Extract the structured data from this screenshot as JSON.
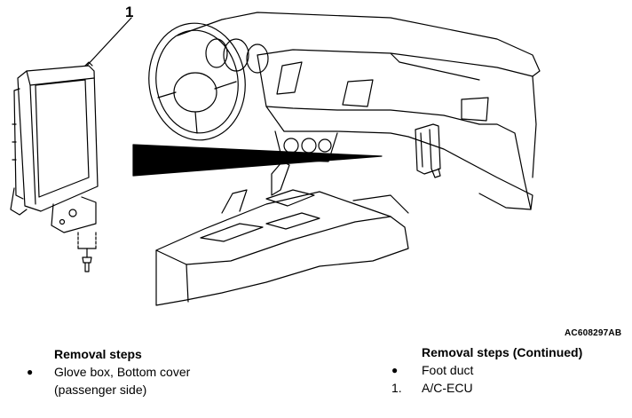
{
  "callout_label": "1",
  "figure_code": "AC608297AB",
  "removal_steps": {
    "title": "Removal steps",
    "items": [
      {
        "marker": "●",
        "text_line1": "Glove box, Bottom cover",
        "text_line2": "(passenger side)"
      }
    ]
  },
  "removal_steps_continued": {
    "title": "Removal steps (Continued)",
    "items": [
      {
        "marker": "●",
        "text": "Foot duct"
      },
      {
        "marker": "1.",
        "text": "A/C-ECU"
      }
    ]
  }
}
